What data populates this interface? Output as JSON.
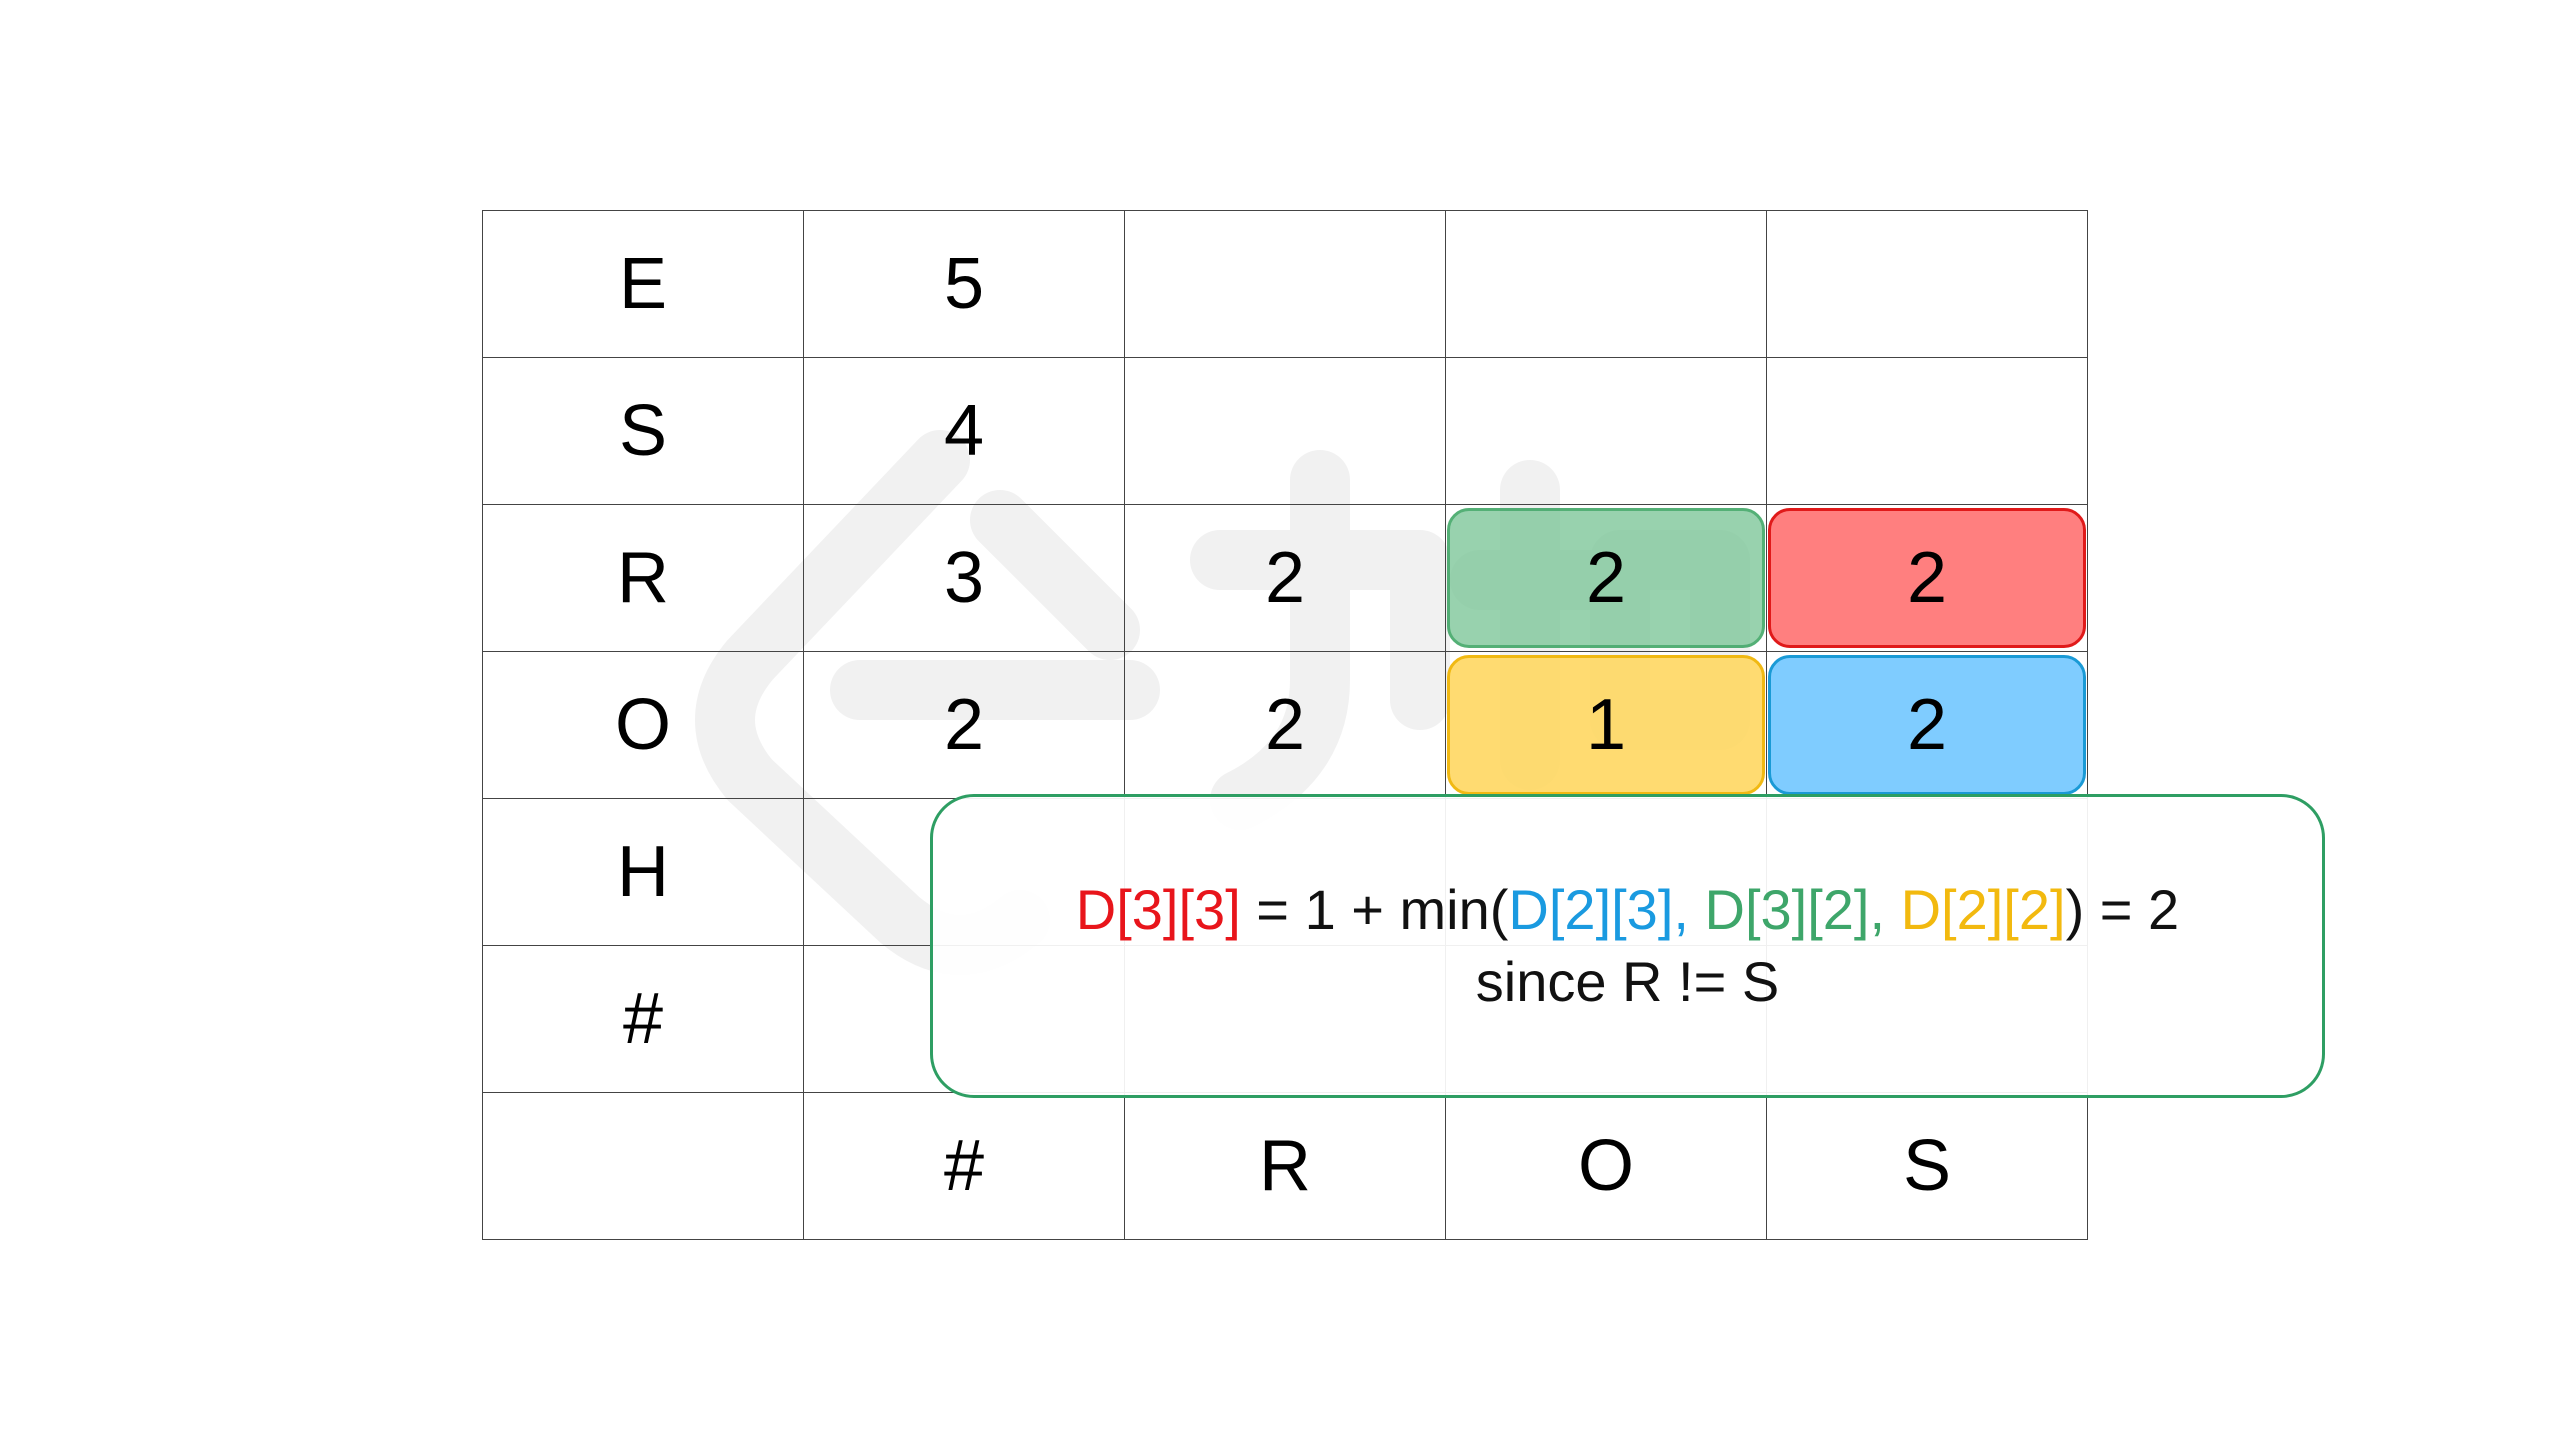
{
  "colors": {
    "green": "#7fc79a",
    "red": "#ff7f7f",
    "yellow": "#ffd966",
    "blue": "#7fccff",
    "callout_border": "#2e9e63"
  },
  "grid": {
    "rows": [
      [
        "E",
        "5",
        "",
        "",
        ""
      ],
      [
        "S",
        "4",
        "",
        "",
        ""
      ],
      [
        "R",
        "3",
        "2",
        "2",
        "2"
      ],
      [
        "O",
        "2",
        "2",
        "1",
        "2"
      ],
      [
        "H",
        "",
        "",
        "",
        ""
      ],
      [
        "#",
        "",
        "",
        "",
        ""
      ],
      [
        "",
        "#",
        "R",
        "O",
        "S"
      ]
    ],
    "highlights": [
      {
        "row": 2,
        "col": 3,
        "color": "green"
      },
      {
        "row": 2,
        "col": 4,
        "color": "red"
      },
      {
        "row": 3,
        "col": 3,
        "color": "yellow"
      },
      {
        "row": 3,
        "col": 4,
        "color": "blue"
      }
    ]
  },
  "callout": {
    "target": "D[3][3]",
    "eq": " = 1 + min(",
    "arg1": "D[2][3],",
    "arg2": " D[3][2],",
    "arg3": " D[2][2]",
    "tail": ") = 2",
    "line2": "since R != S"
  }
}
